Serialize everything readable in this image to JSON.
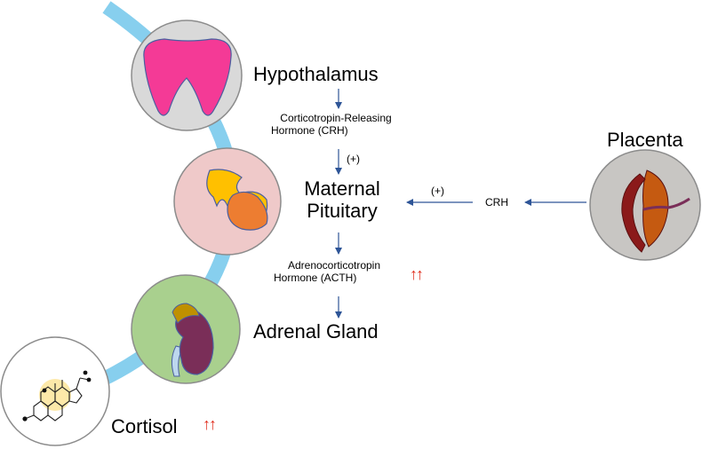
{
  "hypothalamus": {
    "label": "Hypothalamus"
  },
  "crh_hormone": {
    "line1": "Corticotropin-Releasing",
    "line2": "Hormone (CRH)"
  },
  "stimulation_label": "(+)",
  "maternal_pituitary": {
    "line1": "Maternal",
    "line2": "Pituitary"
  },
  "placenta": {
    "label": "Placenta",
    "crh_label": "CRH",
    "stimulation_label": "(+)"
  },
  "acth_hormone": {
    "line1": "Adrenocorticotropin",
    "line2": "Hormone (ACTH)",
    "increase_indicator": "↑↑"
  },
  "adrenal_gland": {
    "label": "Adrenal Gland"
  },
  "cortisol": {
    "label": "Cortisol",
    "increase_indicator": "↑↑"
  },
  "colors": {
    "arc": "#87cfee",
    "hypothalamus_bg": "#d9d9d9",
    "hypothalamus_organ": "#f43a96",
    "pituitary_bg": "#efc9c9",
    "pituitary_yellow": "#ffc000",
    "pituitary_orange": "#ed7d31",
    "adrenal_bg": "#a9d08e",
    "adrenal_kidney": "#7a2e58",
    "adrenal_cap": "#bf9000",
    "placenta_bg": "#c8c6c3",
    "placenta_dark": "#8b1a1a",
    "placenta_orange": "#c55a11",
    "cortisol_highlight": "#fde59a",
    "arrow": "#2e5597",
    "increase_arrow": "#e03020"
  }
}
